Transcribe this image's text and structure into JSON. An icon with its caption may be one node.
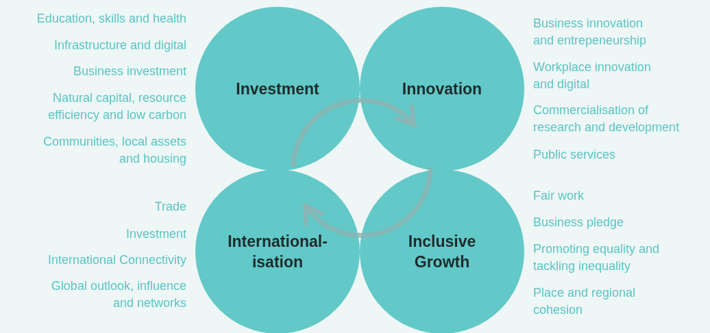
{
  "diagram": {
    "nodes": [
      {
        "text": [
          "Investment"
        ],
        "beside": [
          "Education, skills and health",
          "Infrastructure and digital",
          "Business investment",
          "Natural capital, resource efficiency and low carbon",
          "Communities, local assets and housing"
        ]
      },
      {
        "text": [
          "Innovation"
        ],
        "beside": [
          "Business innovation and entrepeneurship",
          "Workplace innovation and digital",
          "Commercialisation of research and development",
          "Public services"
        ]
      },
      {
        "text": [
          "International- isation"
        ],
        "beside": [
          "Trade",
          "Investment",
          "International Connectivity",
          "Global outlook, influence and networks"
        ]
      },
      {
        "text": [
          "Inclusive Growth"
        ],
        "beside": [
          "Fair work",
          "Business pledge",
          "Promoting equality and tackling inequality",
          "Place and regional cohesion"
        ]
      }
    ],
    "edges": [
      {
        "from": 0,
        "to": 1,
        "arrow": "to"
      },
      {
        "from": 3,
        "to": 2,
        "arrow": "to"
      }
    ]
  }
}
